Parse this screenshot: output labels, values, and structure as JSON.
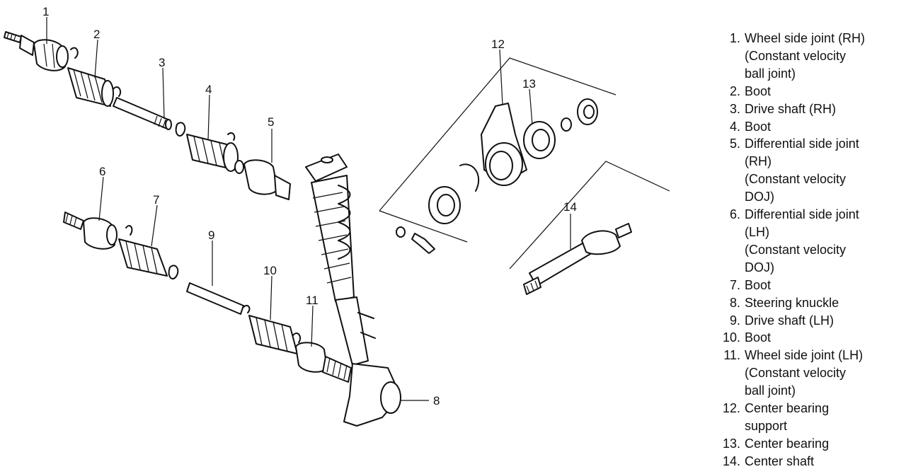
{
  "callouts": [
    {
      "num": "1"
    },
    {
      "num": "2"
    },
    {
      "num": "3"
    },
    {
      "num": "4"
    },
    {
      "num": "5"
    },
    {
      "num": "6"
    },
    {
      "num": "7"
    },
    {
      "num": "8"
    },
    {
      "num": "9"
    },
    {
      "num": "10"
    },
    {
      "num": "11"
    },
    {
      "num": "12"
    },
    {
      "num": "13"
    },
    {
      "num": "14"
    }
  ],
  "legend": [
    {
      "num": "1.",
      "text": "Wheel side joint (RH)\n(Constant velocity\nball joint)"
    },
    {
      "num": "2.",
      "text": "Boot"
    },
    {
      "num": "3.",
      "text": "Drive shaft (RH)"
    },
    {
      "num": "4.",
      "text": "Boot"
    },
    {
      "num": "5.",
      "text": "Differential side joint\n(RH)\n(Constant velocity\nDOJ)"
    },
    {
      "num": "6.",
      "text": "Differential side joint\n(LH)\n(Constant velocity\nDOJ)"
    },
    {
      "num": "7.",
      "text": "Boot"
    },
    {
      "num": "8.",
      "text": "Steering knuckle"
    },
    {
      "num": "9.",
      "text": "Drive shaft (LH)"
    },
    {
      "num": "10.",
      "text": "Boot"
    },
    {
      "num": "11.",
      "text": "Wheel side joint (LH)\n(Constant velocity\nball joint)"
    },
    {
      "num": "12.",
      "text": "Center bearing\nsupport"
    },
    {
      "num": "13.",
      "text": "Center bearing"
    },
    {
      "num": "14.",
      "text": "Center shaft"
    }
  ]
}
